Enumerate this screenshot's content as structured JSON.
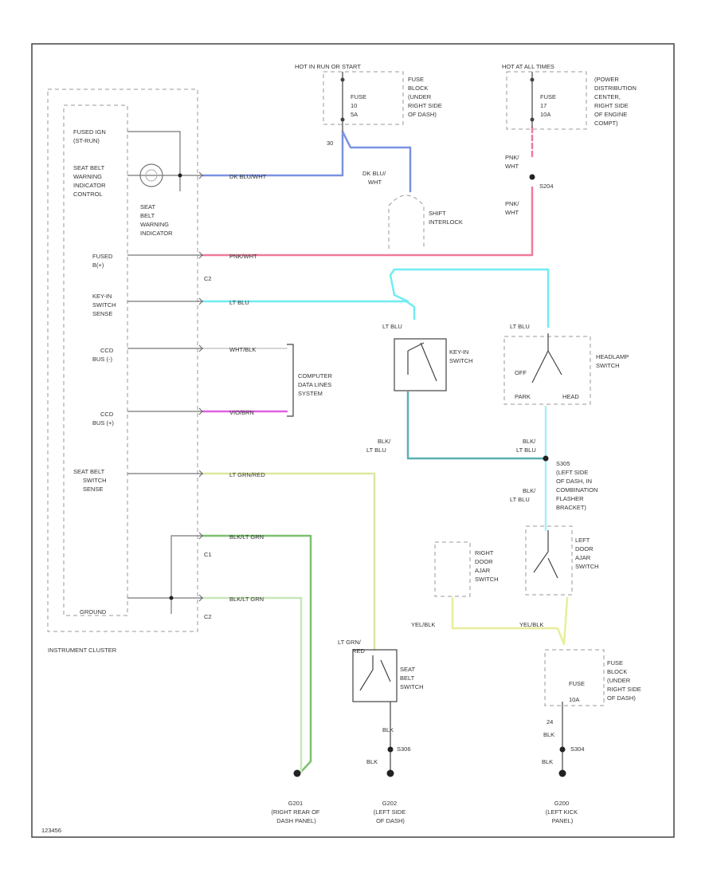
{
  "colors": {
    "blue": "#7a92e0",
    "pink": "#f07a9a",
    "cyan": "#70ecf2",
    "magenta": "#e060e0",
    "yellow": "#dde8a0",
    "green": "#7cc070",
    "lightgreen": "#c8e6b8",
    "teal": "#5ab0b4",
    "tealpale": "#a8f0f0",
    "yellowbright": "#e8ee9a"
  },
  "labels": {
    "hot_run_start": "HOT IN RUN OR START",
    "fuse_block_1": [
      "FUSE",
      "BLOCK",
      "(UNDER",
      "RIGHT SIDE",
      "OF DASH)"
    ],
    "fuse_10": [
      "FUSE",
      "10",
      "5A"
    ],
    "hot_all_times": "HOT AT ALL TIMES",
    "pdc": [
      "(POWER",
      "DISTRIBUTION",
      "CENTER,",
      "RIGHT SIDE",
      "OF ENGINE",
      "COMPT)"
    ],
    "fuse_17": [
      "FUSE",
      "17",
      "10A"
    ],
    "pnk_wht_1": [
      "PNK/",
      "WHT"
    ],
    "s204": "S204",
    "pnk_wht_2": [
      "PNK/",
      "WHT"
    ],
    "num_30": "30",
    "dk_blu_wht": [
      "DK BLU/",
      "WHT"
    ],
    "shift_interlock": [
      "SHIFT",
      "INTERLOCK"
    ],
    "fused_ign": [
      "FUSED IGN",
      "(ST-RUN)"
    ],
    "seat_belt_control": [
      "SEAT BELT",
      "WARNING",
      "INDICATOR",
      "CONTROL"
    ],
    "seat_belt_indicator": [
      "SEAT",
      "BELT",
      "WARNING",
      "INDICATOR"
    ],
    "fused_b": [
      "FUSED",
      "B(+)"
    ],
    "c2_a": "C2",
    "key_in_sense": [
      "KEY-IN",
      "SWITCH",
      "SENSE"
    ],
    "ccd_neg": [
      "CCD",
      "BUS (-)"
    ],
    "ccd_pos": [
      "CCD",
      "BUS (+)"
    ],
    "seat_belt_sense": [
      "SEAT BELT",
      "SWITCH",
      "SENSE"
    ],
    "ground": "GROUND",
    "c1": "C1",
    "c2_b": "C2",
    "instrument_cluster": "INSTRUMENT CLUSTER",
    "wire_dk_blu_wht": "DK BLU/WHT",
    "wire_pnk_wht": "PNK/WHT",
    "wire_lt_blu": "LT BLU",
    "wire_wht_blk": "WHT/BLK",
    "wire_vio_brn": "VIO/BRN",
    "wire_lt_grn_red": "LT GRN/RED",
    "wire_blk_lt_grn_1": "BLK/LT GRN",
    "wire_blk_lt_grn_2": "BLK/LT GRN",
    "computer_data": [
      "COMPUTER",
      "DATA LINES",
      "SYSTEM"
    ],
    "lt_blu_key": "LT BLU",
    "key_in_switch": [
      "KEY-IN",
      "SWITCH"
    ],
    "lt_blu_hl": "LT BLU",
    "headlamp_switch": [
      "HEADLAMP",
      "SWITCH"
    ],
    "off": "OFF",
    "park": "PARK",
    "head": "HEAD",
    "blk_lt_blu_1": [
      "BLK/",
      "LT BLU"
    ],
    "blk_lt_blu_key": [
      "BLK/",
      "LT BLU"
    ],
    "s305": [
      "S305",
      "(LEFT SIDE",
      "OF DASH, IN",
      "COMBINATION",
      "FLASHER",
      "BRACKET)"
    ],
    "blk_lt_blu_2": [
      "BLK/",
      "LT BLU"
    ],
    "right_door_ajar": [
      "RIGHT",
      "DOOR",
      "AJAR",
      "SWITCH"
    ],
    "left_door_ajar": [
      "LEFT",
      "DOOR",
      "AJAR",
      "SWITCH"
    ],
    "yel_blk_1": "YEL/BLK",
    "yel_blk_2": "YEL/BLK",
    "lt_grn_red": [
      "LT GRN/",
      "RED"
    ],
    "seat_belt_switch": [
      "SEAT",
      "BELT",
      "SWITCH"
    ],
    "fuse_block_2": [
      "FUSE",
      "BLOCK",
      "(UNDER",
      "RIGHT SIDE",
      "OF DASH)"
    ],
    "fuse_10a": [
      "FUSE",
      "10A"
    ],
    "num_24": "24",
    "blk_a": "BLK",
    "s306": "S306",
    "blk_b": "BLK",
    "blk_c": "BLK",
    "s304": "S304",
    "blk_d": "BLK",
    "g201": [
      "G201",
      "(RIGHT REAR OF",
      "DASH PANEL)"
    ],
    "g202": [
      "G202",
      "(LEFT SIDE",
      "OF DASH)"
    ],
    "g200": [
      "G200",
      "(LEFT KICK",
      "PANEL)"
    ],
    "code": "123456"
  }
}
